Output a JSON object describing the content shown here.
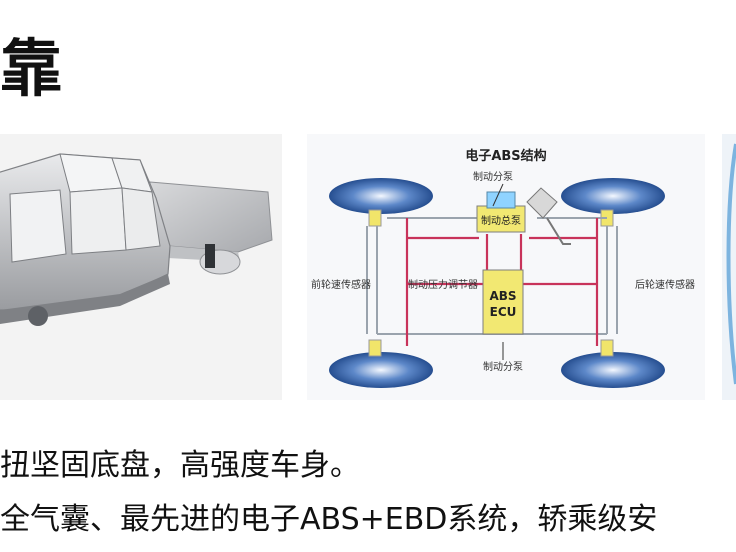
{
  "title": "靠",
  "diagram": {
    "title": "电子ABS结构",
    "labels": {
      "brake_distributor_top": "制动分泵",
      "master_cylinder": "制动总泵",
      "front_sensor": "前轮速传感器",
      "pressure_regulator": "制动压力调节器",
      "abs_ecu_line1": "ABS",
      "abs_ecu_line2": "ECU",
      "rear_sensor": "后轮速传感器",
      "brake_distributor_bottom": "制动分泵"
    }
  },
  "bullets": [
    "扭坚固底盘，高强度车身。",
    "全气囊、最先进的电子ABS+EBD系统，轿乘级安"
  ],
  "colors": {
    "brake_line": "#c8335a",
    "wheel": "#1f4e9a",
    "ecu": "#f2e872",
    "pipe_gray": "#9aa3ad"
  }
}
